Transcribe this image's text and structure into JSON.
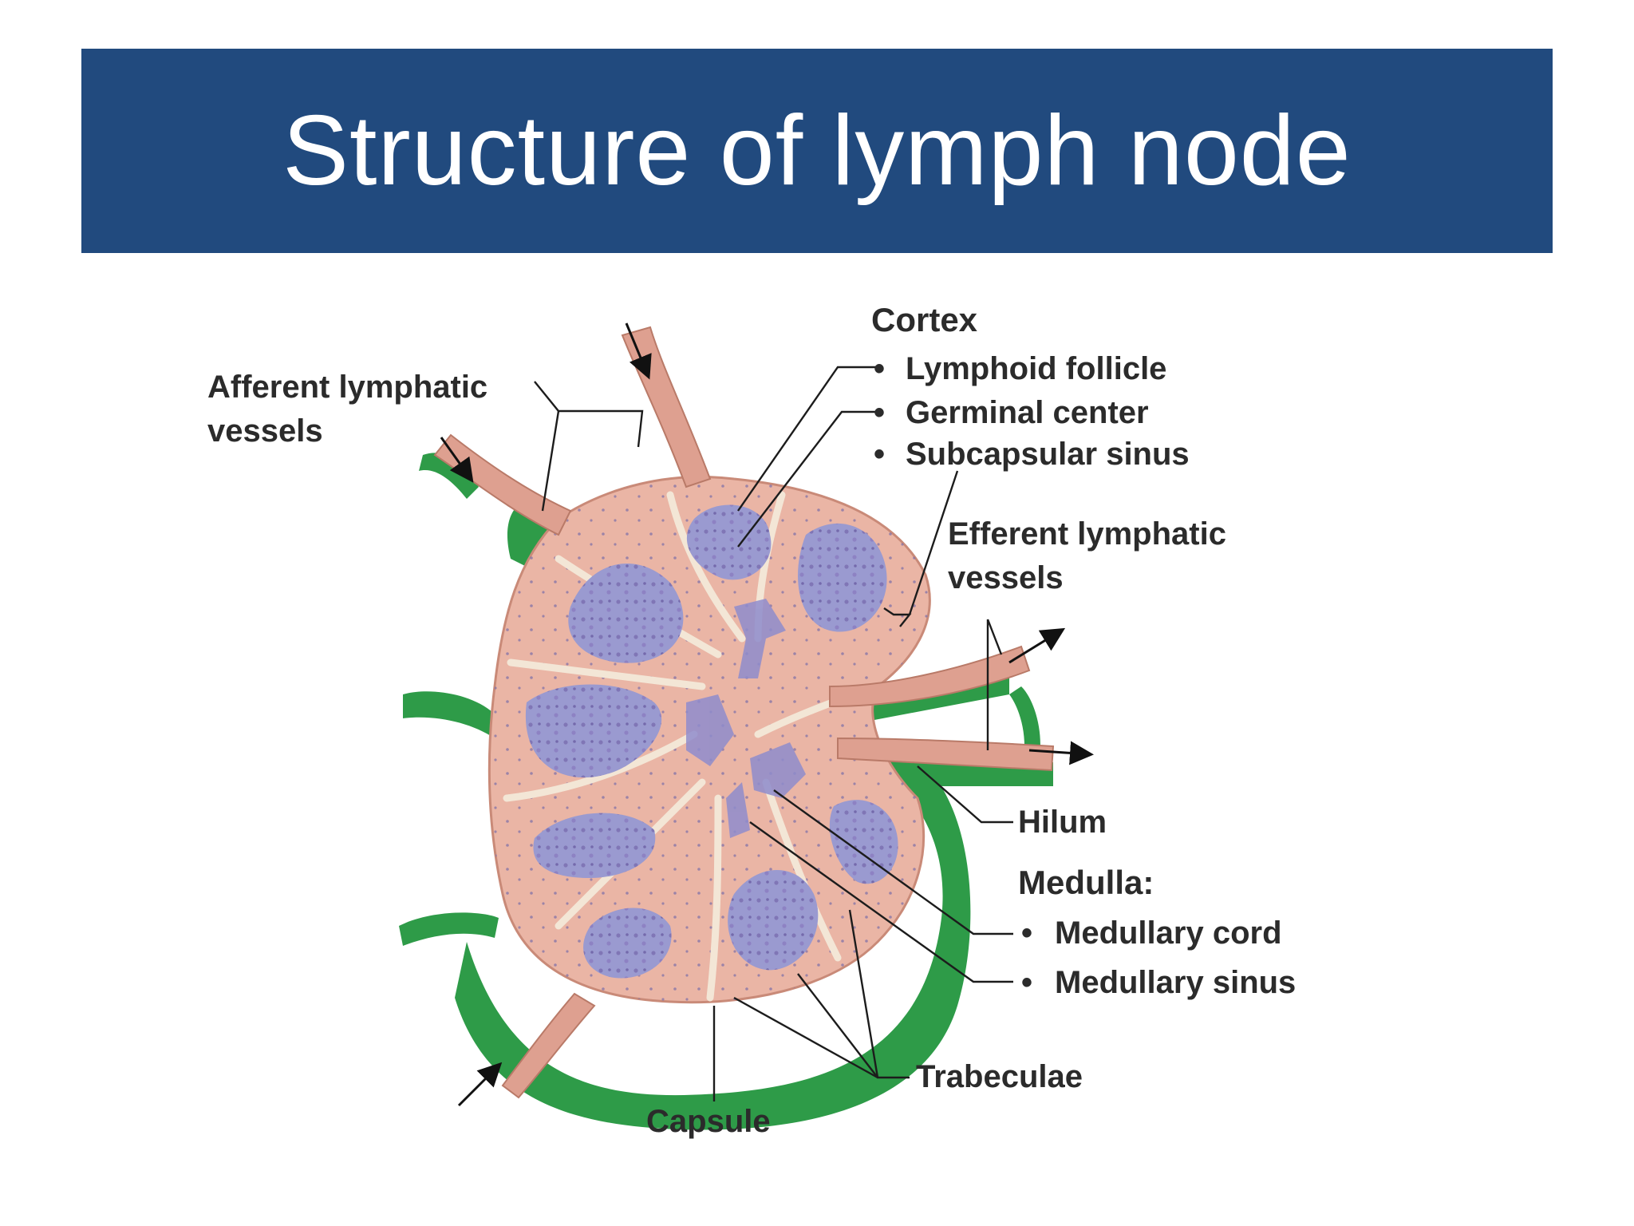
{
  "slide": {
    "title": "Structure of lymph node"
  },
  "diagram": {
    "labels": {
      "afferent_line1": "Afferent lymphatic",
      "afferent_line2": "vessels",
      "cortex": "Cortex",
      "lymphoid_follicle": "Lymphoid follicle",
      "germinal_center": "Germinal center",
      "subcapsular_sinus": "Subcapsular sinus",
      "efferent_line1": "Efferent lymphatic",
      "efferent_line2": "vessels",
      "hilum": "Hilum",
      "medulla": "Medulla:",
      "medullary_cord": "Medullary cord",
      "medullary_sinus": "Medullary sinus",
      "trabeculae": "Trabeculae",
      "capsule": "Capsule"
    },
    "bullet": "•",
    "colors": {
      "banner": "#214a7e",
      "capsule_green": "#2e9b48",
      "tissue_pink": "#e8b2a2",
      "follicle_purple": "#9a9ad0",
      "vessel_pink": "#dea090"
    }
  }
}
